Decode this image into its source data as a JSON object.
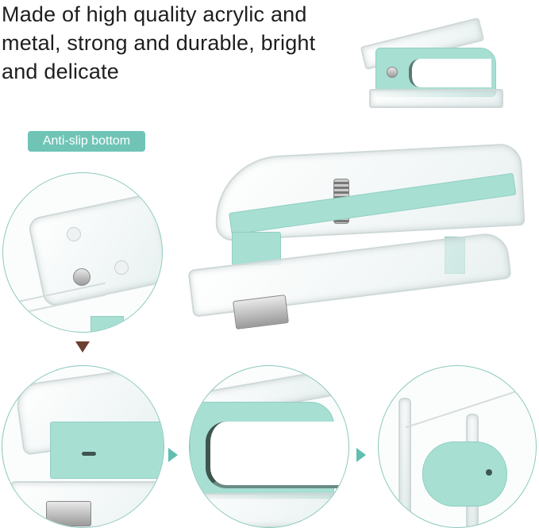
{
  "headline": {
    "text": "Made of high quality acrylic and metal, strong and durable, bright and delicate"
  },
  "badge": {
    "label": "Anti-slip bottom"
  },
  "images": {
    "staple_remover": "staple-remover-product",
    "stapler": "stapler-product",
    "detail_bottom": "anti-slip-bottom-detail",
    "detail_stapler_head": "stapler-head-detail",
    "detail_remover_jaw": "staple-remover-jaw-detail",
    "detail_tape_roll": "tape-roll-detail"
  },
  "colors": {
    "accent": "#6fc4b6",
    "mint_product": "#a7dfd3",
    "circle_border": "#8cc9be",
    "arrow_down": "#6b3e32",
    "arrow_right": "#5fbfb0",
    "text": "#1e1e1e"
  }
}
